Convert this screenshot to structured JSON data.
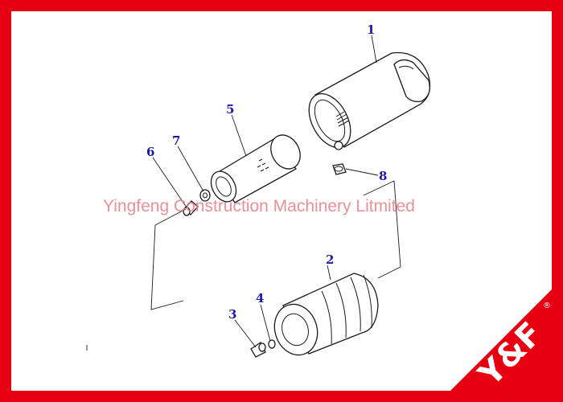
{
  "callouts": [
    {
      "id": "1",
      "label": "1"
    },
    {
      "id": "2",
      "label": "2"
    },
    {
      "id": "3",
      "label": "3"
    },
    {
      "id": "4",
      "label": "4"
    },
    {
      "id": "5",
      "label": "5"
    },
    {
      "id": "6",
      "label": "6"
    },
    {
      "id": "7",
      "label": "7"
    },
    {
      "id": "8",
      "label": "8"
    }
  ],
  "watermark": "Yingfeng Construction Machinery Litmited",
  "logo": {
    "text": "Y&F",
    "registered": "®"
  },
  "colors": {
    "frame": "#e60012",
    "callout": "#1a1aa8",
    "watermark": "#e77d86",
    "line": "#1a1a1a"
  }
}
